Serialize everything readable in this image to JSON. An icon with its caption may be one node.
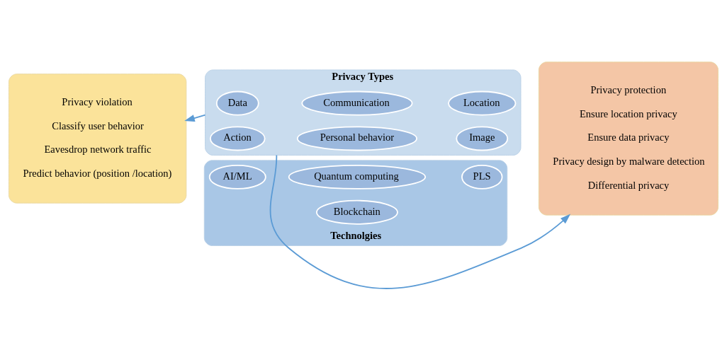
{
  "diagram": {
    "nodes": [
      {
        "text": [
          "Privacy violation",
          "Classify user behavior",
          "Eavesdrop network traffic",
          "Predict behavior (position /location)"
        ]
      },
      {
        "text": [
          "Privacy Types"
        ]
      },
      {
        "text": [
          "Data"
        ],
        "in": 1
      },
      {
        "text": [
          "Image"
        ],
        "in": 1
      },
      {
        "text": [
          "Personal behavior"
        ],
        "in": 1
      },
      {
        "text": [
          "Action"
        ],
        "in": 1
      },
      {
        "text": [
          "Location"
        ],
        "in": 1
      },
      {
        "text": [
          "Communication"
        ],
        "in": 1
      },
      {
        "text": [
          "Privacy protection",
          "Ensure location privacy",
          "Ensure data privacy",
          "Privacy design by malware detection",
          "Differential privacy"
        ]
      },
      {
        "text": [
          "Technolgies"
        ]
      },
      {
        "text": [
          "Blockchain"
        ],
        "in": 9
      },
      {
        "text": [
          "AI/ML"
        ],
        "in": 9
      },
      {
        "text": [
          "PLS"
        ],
        "in": 9
      },
      {
        "text": [
          "Quantum computing"
        ],
        "in": 9
      }
    ],
    "edges": [
      {
        "from": 1,
        "to": 0,
        "arrow": "to"
      },
      {
        "from": 1,
        "to": 8,
        "arrow": "to"
      }
    ]
  }
}
